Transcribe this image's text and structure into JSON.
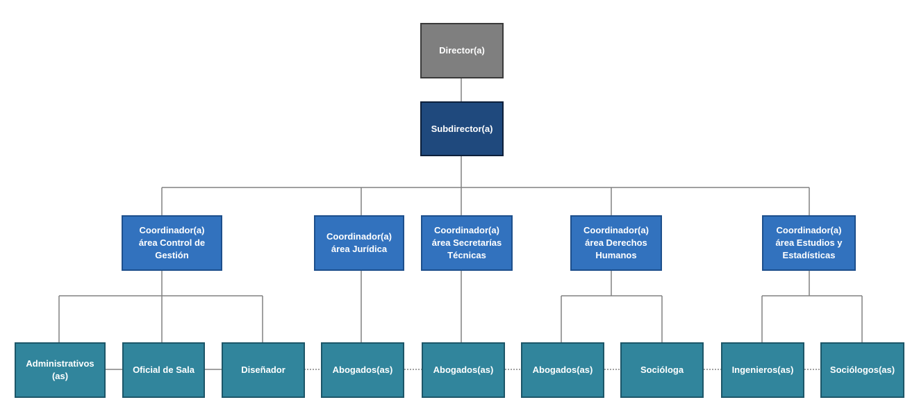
{
  "diagram": {
    "director": "Director(a)",
    "subdirector": "Subdirector(a)",
    "coordinators": {
      "control": "Coordinador(a)\nárea Control de\nGestión",
      "juridica": "Coordinador(a)\nárea Jurídica",
      "secretarias": "Coordinador(a)\nárea Secretarías\nTécnicas",
      "derechos": "Coordinador(a)\nárea Derechos\nHumanos",
      "estudios": "Coordinador(a)\nárea Estudios y\nEstadísticas"
    },
    "staff": {
      "administrativos": "Administrativos\n(as)",
      "oficial_sala": "Oficial de Sala",
      "disenador": "Diseñador",
      "abogados_juridica": "Abogados(as)",
      "abogados_secretarias": "Abogados(as)",
      "abogados_derechos": "Abogados(as)",
      "sociologa": "Socióloga",
      "ingenieros": "Ingenieros(as)",
      "sociologos": "Sociólogos(as)"
    },
    "colors": {
      "director": "#7f7f7f",
      "subdirector": "#1f497d",
      "coordinator": "#3272be",
      "staff": "#31859c",
      "connector": "#7f7f7f"
    }
  }
}
